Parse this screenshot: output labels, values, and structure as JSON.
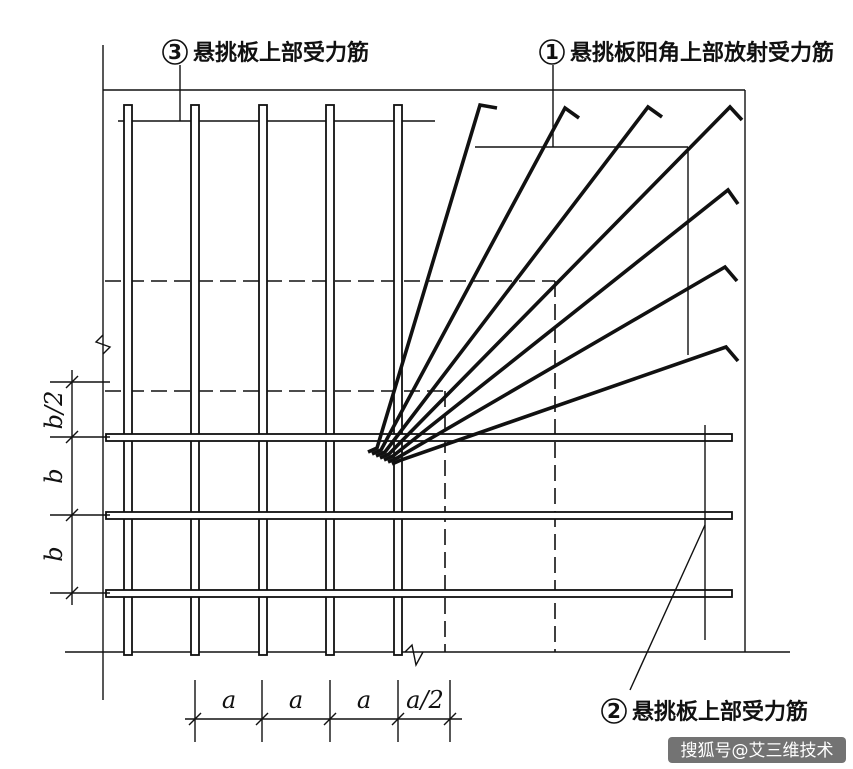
{
  "labels": {
    "label3": {
      "number": "3",
      "text": "悬挑板上部受力筋"
    },
    "label1": {
      "number": "1",
      "text": "悬挑板阳角上部放射受力筋"
    },
    "label2": {
      "number": "2",
      "text": "悬挑板上部受力筋"
    }
  },
  "dimensions": {
    "horizontal": [
      "a",
      "a",
      "a",
      "a/2"
    ],
    "vertical": [
      "b/2",
      "b",
      "b"
    ]
  },
  "watermark": "搜狐号@艾三维技术"
}
